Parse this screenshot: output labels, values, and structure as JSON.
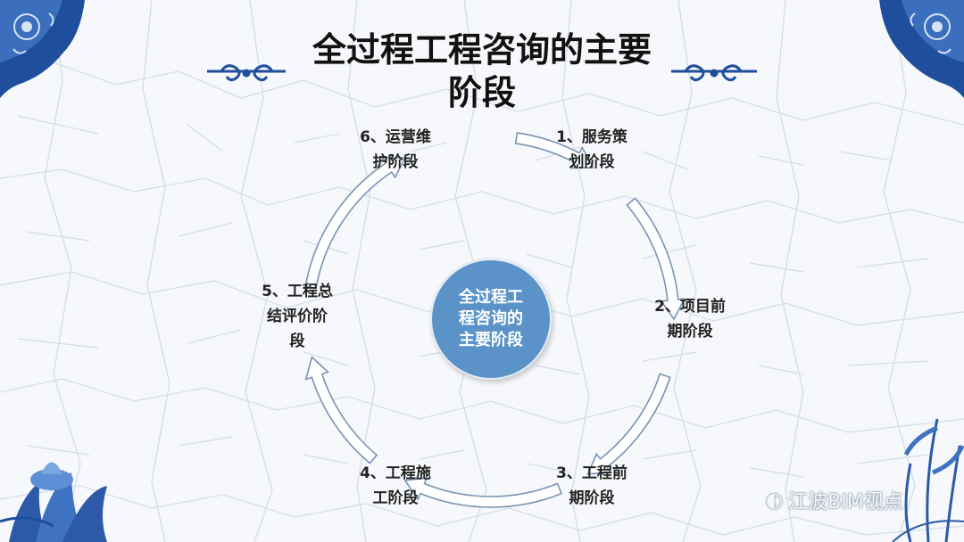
{
  "title": "全过程工程咨询的主要阶段",
  "center_label": "全过程工\n程咨询的\n主要阶段",
  "stages": [
    {
      "label": "1、服务策\n划阶段"
    },
    {
      "label": "2、项目前\n期阶段"
    },
    {
      "label": "3、工程前\n期阶段"
    },
    {
      "label": "4、工程施\n工阶段"
    },
    {
      "label": "5、工程总\n结评价阶\n段"
    },
    {
      "label": "6、运营维\n护阶段"
    }
  ],
  "watermark": "江波BIM视点",
  "colors": {
    "accent": "#5b93c9",
    "porcelain": "#1f4e9c",
    "arrow_stroke": "#7a93b3"
  },
  "icons": {
    "watermark": "wechat-icon",
    "flourish": "cloud-scroll-icon"
  }
}
